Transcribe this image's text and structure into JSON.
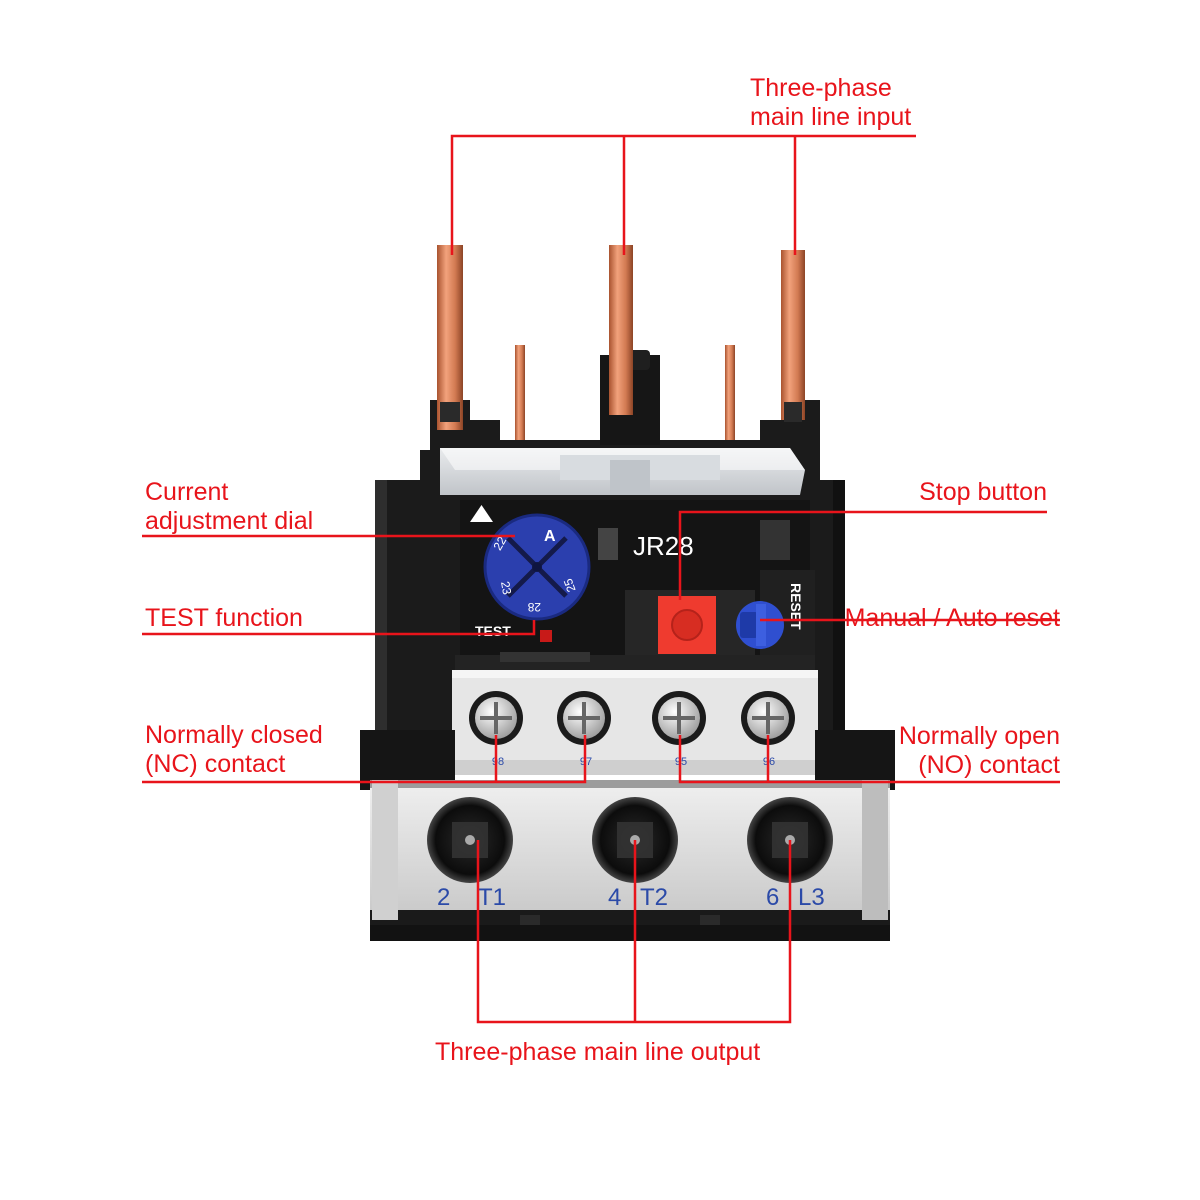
{
  "colors": {
    "label": "#e8141b",
    "leader": "#e8141b",
    "housing": "#1b1b1b",
    "terminal_block": "#d9d9d9",
    "dial": "#2b3fae",
    "terminal_text": "#2b4aa8",
    "copper": "#d5835c",
    "stop_button": "#ef3b2f"
  },
  "labels": {
    "input": [
      "Three-phase",
      "main line input"
    ],
    "dial": [
      "Current",
      "adjustment dial"
    ],
    "test": "TEST function",
    "nc": [
      "Normally closed",
      "(NC) contact"
    ],
    "stop": "Stop button",
    "reset": "Manual / Auto reset",
    "no": [
      "Normally open",
      "(NO) contact"
    ],
    "output": "Three-phase main line output"
  },
  "device": {
    "model": "JR28",
    "dial_unit": "A",
    "dial_marks": [
      "22",
      "23",
      "28",
      "25"
    ],
    "test_text": "TEST",
    "reset_text": "RESET",
    "contacts": [
      "98",
      "97",
      "95",
      "96"
    ],
    "terminals": [
      {
        "num": "2",
        "name": "T1"
      },
      {
        "num": "4",
        "name": "T2"
      },
      {
        "num": "6",
        "name": "L3"
      }
    ]
  }
}
